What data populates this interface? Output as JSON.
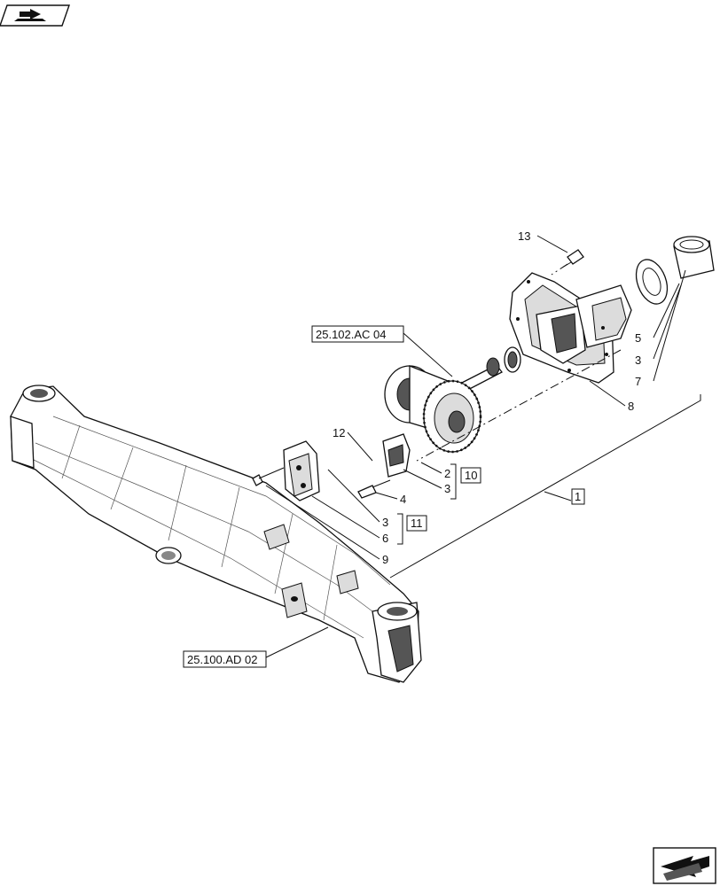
{
  "callouts": {
    "c13": "13",
    "c5": "5",
    "c3a": "3",
    "c7": "7",
    "c8": "8",
    "c12": "12",
    "c2": "2",
    "c3b": "3",
    "c4": "4",
    "c3c": "3",
    "c6": "6",
    "c9": "9",
    "box10": "10",
    "box11": "11",
    "box1": "1"
  },
  "references": {
    "ref_differential": "25.102.AC 04",
    "ref_axle": "25.100.AD 02"
  },
  "icons": {
    "top_left": "book-arrow-icon",
    "bottom_right": "next-page-arrow-icon"
  }
}
